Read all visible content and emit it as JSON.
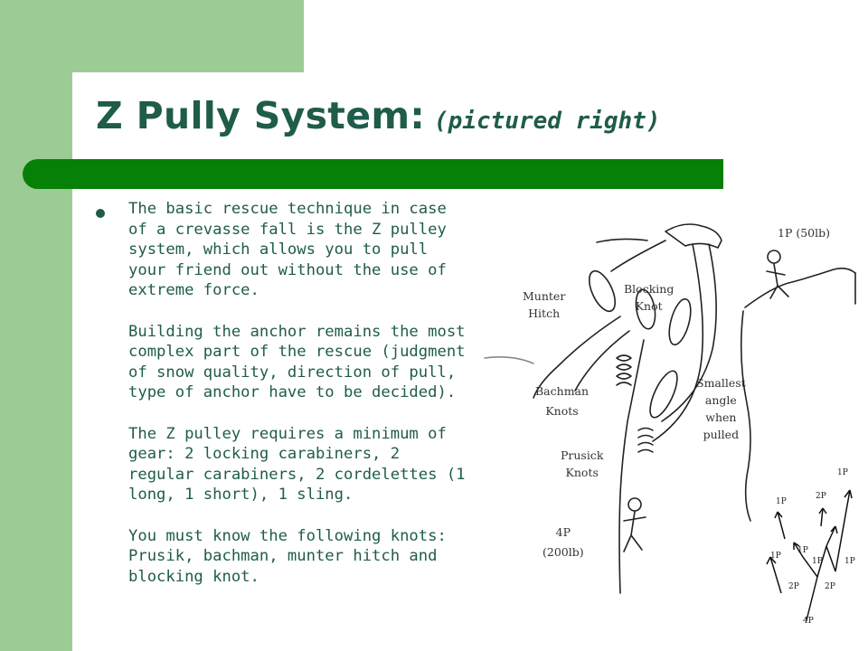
{
  "slide": {
    "title": "Z Pully System:",
    "title_note": "(pictured right)",
    "paragraphs": [
      "The basic rescue technique in case of a crevasse fall is the Z pulley system, which allows you to pull your friend out without the use of extreme force.",
      "Building the anchor remains the most complex part of the rescue (judgment of snow quality, direction of pull, type of anchor have to be decided).",
      "The Z pulley requires a minimum of gear: 2 locking carabiners, 2 regular carabiners, 2 cordelettes (1 long, 1 short), 1 sling.",
      "You must know the following knots: Prusik, bachman, munter hitch and blocking knot."
    ]
  },
  "illustration": {
    "labels": {
      "top_load": "1P (50lb)",
      "munter_1": "Munter",
      "munter_2": "Hitch",
      "blocking_1": "Blocking",
      "blocking_2": "Knot",
      "bachman_1": "Bachman",
      "bachman_2": "Knots",
      "smallest_1": "Smallest",
      "smallest_2": "angle",
      "smallest_3": "when",
      "smallest_3b": "pulled",
      "prusik_1": "Prusick",
      "prusik_2": "Knots",
      "bottom_load_1": "4P",
      "bottom_load_2": "(200lb)"
    },
    "force_diagram": [
      "1P",
      "2P",
      "1P",
      "1P",
      "1P",
      "1P",
      "1P",
      "2P",
      "2P",
      "4P"
    ]
  },
  "colors": {
    "accent_green": "#9ccc95",
    "rule_green": "#068006",
    "text": "#1f5c4a"
  }
}
